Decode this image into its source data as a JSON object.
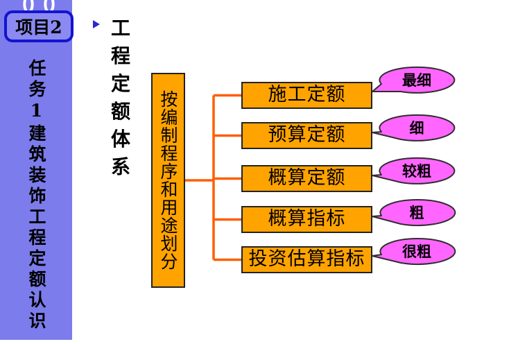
{
  "header": {
    "title": "工程定额体系"
  },
  "sidebar": {
    "badge_label": "项目2",
    "vertical_title": "任务1建筑装饰工程定额认识"
  },
  "diagram": {
    "category_label": "按编制程序和用途划分",
    "rows": [
      {
        "box": "施工定额",
        "bubble": "最细"
      },
      {
        "box": "预算定额",
        "bubble": "细"
      },
      {
        "box": "概算定额",
        "bubble": "较粗"
      },
      {
        "box": "概算指标",
        "bubble": "粗"
      },
      {
        "box": "投资估算指标",
        "bubble": "很粗"
      }
    ]
  },
  "icons": {
    "bullet": "triangle-right-icon",
    "hanger": "hanger-hooks-icon"
  },
  "colors": {
    "sidebar_background": "#7c7cec",
    "badge_border": "#1313ce",
    "box_fill": "#ffa300",
    "box_border": "#222222",
    "connector": "#ff5e00",
    "bubble_fill": "#ff66ff",
    "bubble_border": "#2e2e2e",
    "bullet": "#2a2acc",
    "text": "#000000"
  }
}
